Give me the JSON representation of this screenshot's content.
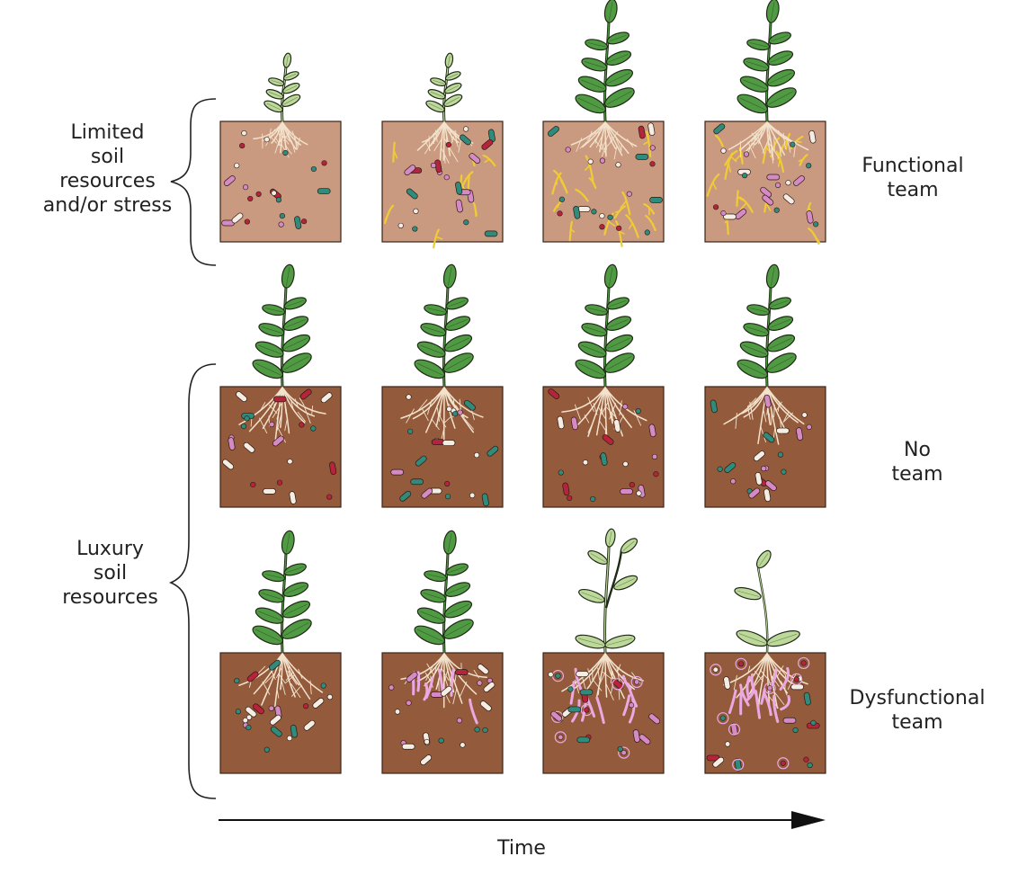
{
  "labels": {
    "limited": [
      "Limited",
      "soil",
      "resources",
      "and/or stress"
    ],
    "luxury": [
      "Luxury",
      "soil",
      "resources"
    ],
    "functional": [
      "Functional",
      "team"
    ],
    "no_team": [
      "No",
      "team"
    ],
    "dysfunctional": [
      "Dysfunctional",
      "team"
    ],
    "time_axis": "Time"
  },
  "colors": {
    "soil_limited": "#c99a7f",
    "soil_luxury": "#935a3b",
    "soil_border": "#3a2418",
    "leaf_dark": "#4f9a42",
    "leaf_light": "#bcd99a",
    "leaf_outline": "#1f2a16",
    "root": "#f3e2cc",
    "hyphae_functional": "#f0cb35",
    "hyphae_dysfunctional": "#eaa9e2",
    "microbe_red": "#b5243b",
    "microbe_teal": "#2f8b7c",
    "microbe_pink": "#d58ac6",
    "microbe_white": "#f5ede4",
    "axis": "#111111"
  },
  "rows": [
    {
      "name": "functional-team",
      "soil": "limited",
      "stages": [
        {
          "plant": "small",
          "leaf": "light",
          "fungi": "none",
          "level": 0
        },
        {
          "plant": "small",
          "leaf": "light",
          "fungi": "yellow",
          "level": 0.35
        },
        {
          "plant": "full",
          "leaf": "dark",
          "fungi": "yellow",
          "level": 0.75
        },
        {
          "plant": "full",
          "leaf": "dark",
          "fungi": "yellow",
          "level": 1
        }
      ]
    },
    {
      "name": "no-team",
      "soil": "luxury",
      "stages": [
        {
          "plant": "full",
          "leaf": "dark",
          "fungi": "none",
          "level": 0
        },
        {
          "plant": "full",
          "leaf": "dark",
          "fungi": "none",
          "level": 0
        },
        {
          "plant": "full",
          "leaf": "dark",
          "fungi": "none",
          "level": 0
        },
        {
          "plant": "full",
          "leaf": "dark",
          "fungi": "none",
          "level": 0
        }
      ]
    },
    {
      "name": "dysfunctional-team",
      "soil": "luxury",
      "stages": [
        {
          "plant": "full",
          "leaf": "dark",
          "fungi": "none",
          "level": 0
        },
        {
          "plant": "full",
          "leaf": "dark",
          "fungi": "pink",
          "level": 0.35
        },
        {
          "plant": "thin",
          "leaf": "light",
          "fungi": "pink",
          "level": 0.7
        },
        {
          "plant": "seedling",
          "leaf": "light",
          "fungi": "pink",
          "level": 1
        }
      ]
    }
  ]
}
